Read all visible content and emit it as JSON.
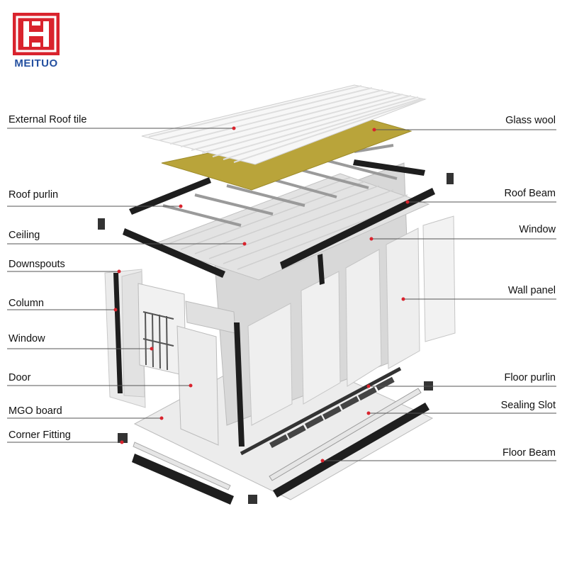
{
  "brand": {
    "name": "MEITUO",
    "logo_color": "#d9232d",
    "text_color": "#2450a0"
  },
  "labels_left": [
    {
      "id": "external-roof-tile",
      "text": "External Roof tile"
    },
    {
      "id": "roof-purlin",
      "text": "Roof purlin"
    },
    {
      "id": "ceiling",
      "text": "Ceiling"
    },
    {
      "id": "downspouts",
      "text": "Downspouts"
    },
    {
      "id": "column",
      "text": "Column"
    },
    {
      "id": "window-left",
      "text": "Window"
    },
    {
      "id": "door",
      "text": "Door"
    },
    {
      "id": "mgo-board",
      "text": "MGO board"
    },
    {
      "id": "corner-fitting",
      "text": "Corner Fitting"
    }
  ],
  "labels_right": [
    {
      "id": "glass-wool",
      "text": "Glass wool"
    },
    {
      "id": "roof-beam",
      "text": "Roof Beam"
    },
    {
      "id": "window-right",
      "text": "Window"
    },
    {
      "id": "wall-panel",
      "text": "Wall panel"
    },
    {
      "id": "floor-purlin",
      "text": "Floor purlin"
    },
    {
      "id": "sealing-slot",
      "text": "Sealing Slot"
    },
    {
      "id": "floor-beam",
      "text": "Floor Beam"
    }
  ],
  "colors": {
    "leader_dot": "#d9232d",
    "leader_line": "#555555",
    "glass_wool": "#b9a43a",
    "beam": "#1e1e1e"
  }
}
